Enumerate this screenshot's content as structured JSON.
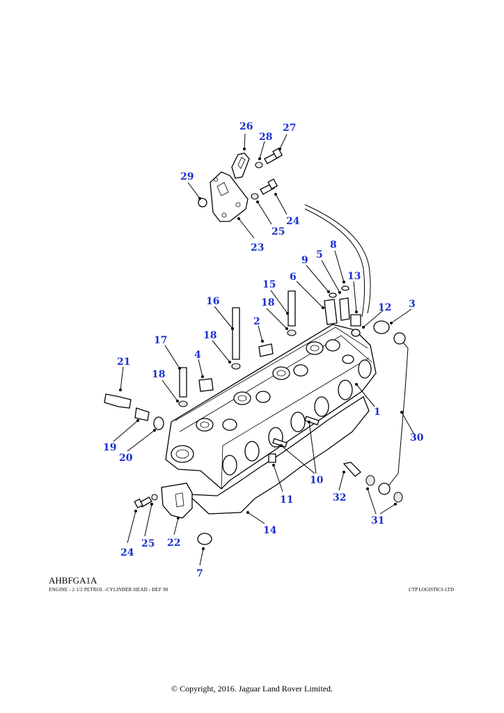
{
  "ref_code": "AHBFGA1A",
  "caption": "ENGINE - 2 1/2 PETROL -CYLINDER HEAD - DEF 90",
  "company": "CTP LOGISTICS LTD",
  "copyright": "© Copyright, 2016. Jaguar Land Rover Limited.",
  "accent_color": "#1a2fd0",
  "callouts": {
    "c26": "26",
    "c28": "28",
    "c27": "27",
    "c29": "29",
    "c24a": "24",
    "c25a": "25",
    "c23": "23",
    "c8": "8",
    "c5": "5",
    "c9": "9",
    "c6": "6",
    "c13": "13",
    "c15": "15",
    "c16": "16",
    "c18a": "18",
    "c12": "12",
    "c3": "3",
    "c2": "2",
    "c18b": "18",
    "c17": "17",
    "c4": "4",
    "c21": "21",
    "c18c": "18",
    "c1": "1",
    "c19": "19",
    "c20": "20",
    "c30": "30",
    "c10": "10",
    "c11": "11",
    "c32": "32",
    "c24b": "24",
    "c25b": "25",
    "c22": "22",
    "c14": "14",
    "c31": "31",
    "c7": "7"
  }
}
